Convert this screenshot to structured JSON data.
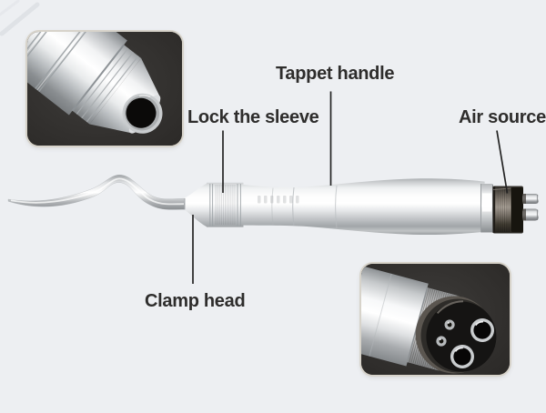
{
  "page": {
    "background": "#edeff2"
  },
  "labels": {
    "tappet_handle": "Tappet handle",
    "lock_sleeve": "Lock the sleeve",
    "air_source": "Air source",
    "clamp_head": "Clamp head"
  },
  "insets": {
    "top_left": "nose-tip-closeup",
    "bottom_right": "air-connector-closeup"
  },
  "style": {
    "label_color": "#2e2d2c",
    "leader_color": "#232323",
    "inset_background": "#322f2d",
    "inset_border": "#d7d3ca",
    "metal_highlight": "#ffffff",
    "metal_shadow": "#8f9396",
    "connector_dark": "#494439"
  }
}
